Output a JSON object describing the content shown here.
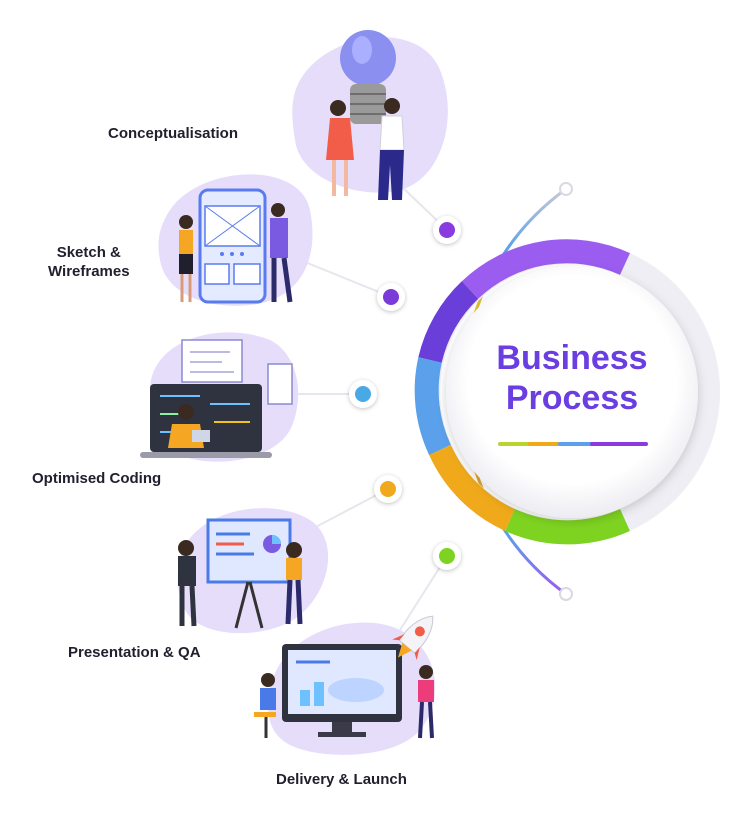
{
  "title": {
    "line1": "Business",
    "line2": "Process"
  },
  "steps": [
    {
      "label": "Conceptualisation",
      "color": "#8a3be0",
      "illustration": "lightbulb-team-illustration"
    },
    {
      "label_line1": "Sketch &",
      "label_line2": "Wireframes",
      "color": "#7a3ad8",
      "illustration": "wireframe-phone-illustration"
    },
    {
      "label": "Optimised Coding",
      "color": "#4aa8e6",
      "illustration": "coding-laptop-illustration"
    },
    {
      "label": "Presentation & QA",
      "color": "#f0a91a",
      "illustration": "presentation-board-illustration"
    },
    {
      "label": "Delivery & Launch",
      "color": "#7ed321",
      "illustration": "rocket-launch-illustration"
    }
  ],
  "palette": {
    "title": "#6a3ee0",
    "ring_purple": "#8a3be0",
    "ring_blue": "#4aa8e6",
    "ring_orange": "#f0a91a",
    "ring_green": "#7ed321",
    "blob": "#e6ddfb"
  }
}
